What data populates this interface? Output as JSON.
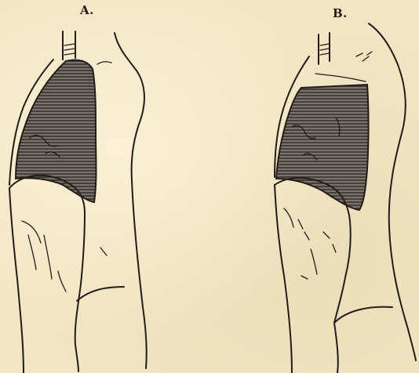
{
  "figures": [
    {
      "id": "A",
      "label": "A."
    },
    {
      "id": "B",
      "label": "B."
    }
  ]
}
